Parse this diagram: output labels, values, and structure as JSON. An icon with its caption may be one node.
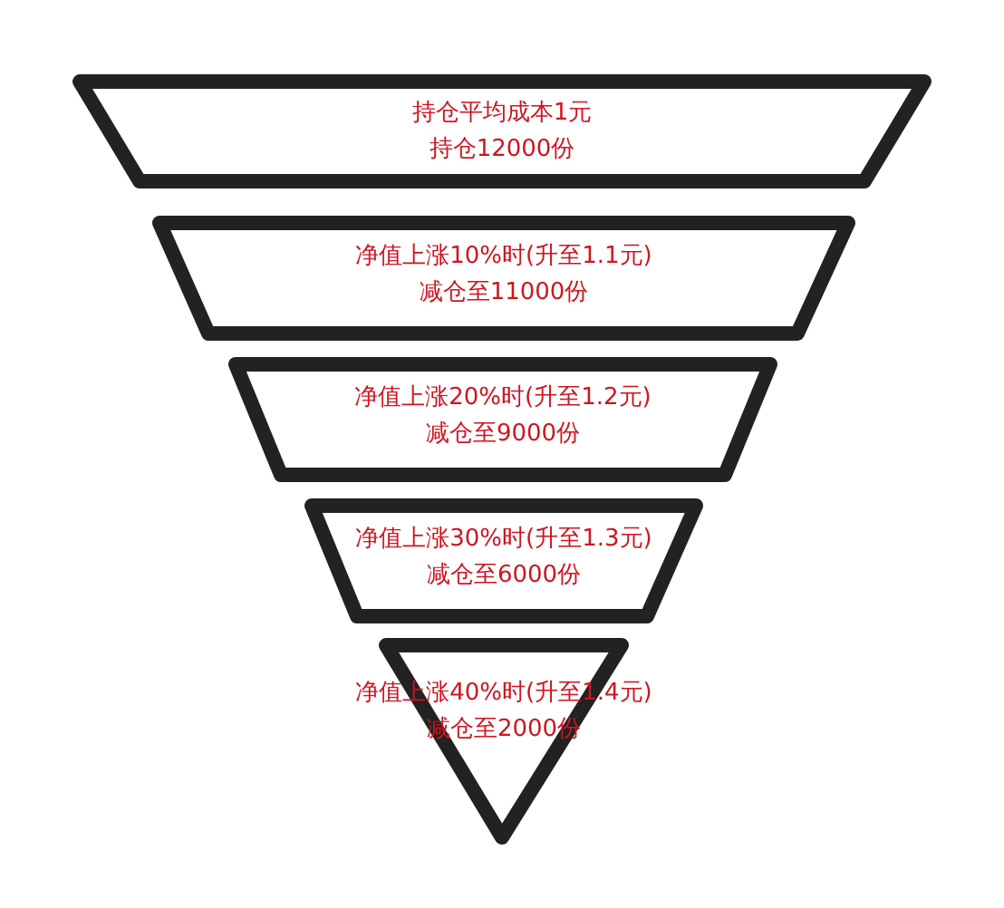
{
  "diagram": {
    "nodes": [
      {
        "text": [
          "持仓平均成本1元",
          "持仓12000份"
        ]
      },
      {
        "text": [
          "净值上涨10%时(升至1.1元)",
          "减仓至11000份"
        ]
      },
      {
        "text": [
          "净值上涨20%时(升至1.2元)",
          "减仓至9000份"
        ]
      },
      {
        "text": [
          "净值上涨30%时(升至1.3元)",
          "减仓至6000份"
        ]
      },
      {
        "text": [
          "净值上涨40%时(升至1.4元)",
          "减仓至2000份"
        ]
      }
    ]
  }
}
